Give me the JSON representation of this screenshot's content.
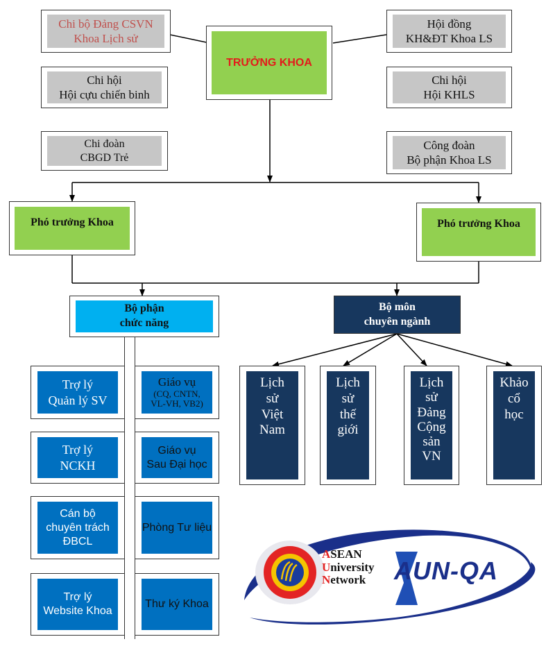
{
  "top_left": [
    {
      "line1": "Chi bộ Đảng CSVN",
      "line2": "Khoa Lịch sử"
    },
    {
      "line1": "Chi hội",
      "line2": "Hội cựu chiến binh"
    },
    {
      "line1": "Chi đoàn",
      "line2": "CBGD Trẻ"
    }
  ],
  "top_right": [
    {
      "line1": "Hội đồng",
      "line2": "KH&ĐT Khoa LS"
    },
    {
      "line1": "Chi hội",
      "line2": "Hội KHLS"
    },
    {
      "line1": "Công đoàn",
      "line2": "Bộ phận Khoa LS"
    }
  ],
  "head": "TRƯỞNG KHOA",
  "vice_left": "Phó trưởng Khoa",
  "vice_right": "Phó trưởng Khoa",
  "functional": {
    "line1": "Bộ phận",
    "line2": "chức năng"
  },
  "department": {
    "line1": "Bộ môn",
    "line2": "chuyên ngành"
  },
  "func_left": [
    {
      "lines": [
        "Trợ lý",
        "Quản lý SV"
      ]
    },
    {
      "lines": [
        "Trợ lý",
        "NCKH"
      ]
    },
    {
      "lines": [
        "Cán bộ",
        "chuyên trách",
        "ĐBCL"
      ]
    },
    {
      "lines": [
        "Trợ lý",
        "Website Khoa"
      ]
    }
  ],
  "func_right": [
    {
      "lines": [
        "Giáo vụ",
        "(CQ, CNTN,",
        "VL-VH, VB2)"
      ]
    },
    {
      "lines": [
        "Giáo vụ",
        "Sau Đại học"
      ]
    },
    {
      "lines": [
        "Phòng Tư liệu"
      ]
    },
    {
      "lines": [
        "Thư ký Khoa"
      ]
    }
  ],
  "subjects": [
    {
      "lines": [
        "Lịch",
        "sử",
        "Việt",
        "Nam"
      ]
    },
    {
      "lines": [
        "Lịch",
        "sử",
        "thế",
        "giới"
      ]
    },
    {
      "lines": [
        "Lịch",
        "sử",
        "Đảng",
        "Cộng",
        "sản",
        "VN"
      ]
    },
    {
      "lines": [
        "Khảo",
        "cổ",
        "học"
      ]
    }
  ],
  "logo": {
    "asean_lines": [
      "ASEAN",
      "University",
      "Network"
    ],
    "aun_text": "AUN-QA"
  },
  "colors": {
    "head_text": "#e31b1b",
    "green": "#92d050",
    "grey": "#c6c6c6",
    "blue": "#0070c0",
    "navy": "#17375e",
    "cyan": "#00b0f0"
  }
}
